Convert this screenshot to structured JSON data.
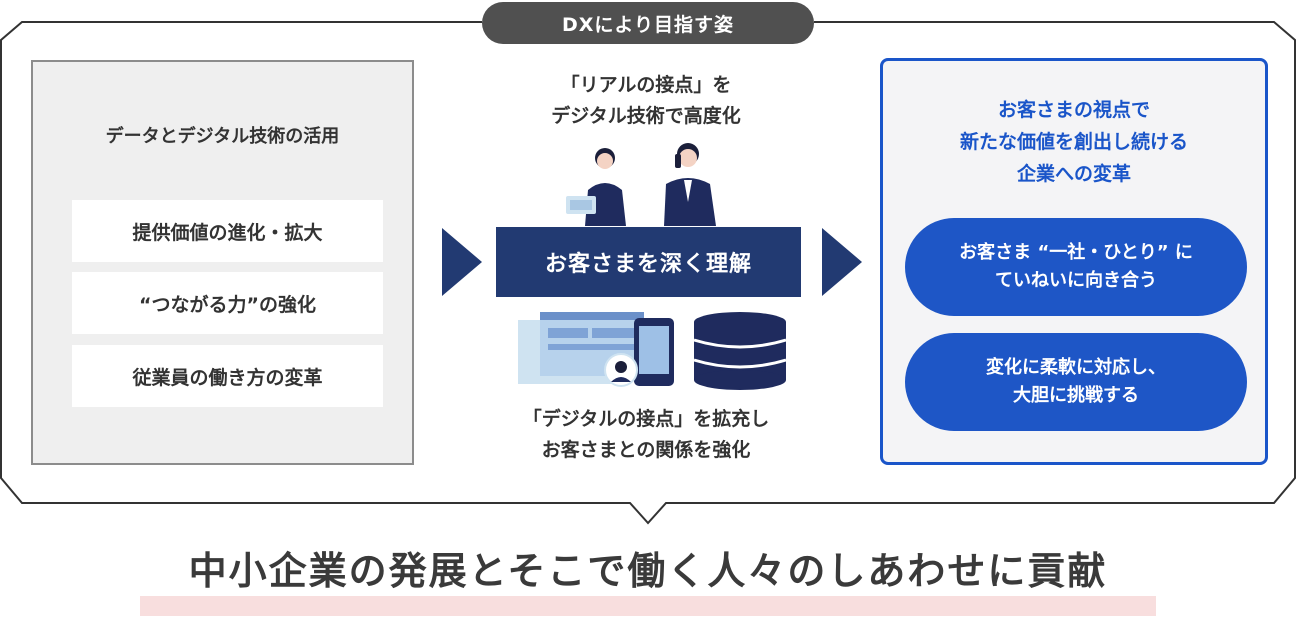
{
  "header": {
    "title": "DXにより目指す姿"
  },
  "left": {
    "title": "データとデジタル技術の活用",
    "items": [
      "提供価値の進化・拡大",
      "“つながる力”の強化",
      "従業員の働き方の変革"
    ]
  },
  "center": {
    "top_line1": "「リアルの接点」を",
    "top_line2": "デジタル技術で高度化",
    "bar_label": "お客さまを深く理解",
    "bottom_line1": "「デジタルの接点」を拡充し",
    "bottom_line2": "お客さまとの関係を強化"
  },
  "right": {
    "title_line1": "お客さまの視点で",
    "title_line2": "新たな価値を創出し続ける",
    "title_line3": "企業への変革",
    "buttons": [
      {
        "line1": "お客さま “一社・ひとり” に",
        "line2": "ていねいに向き合う"
      },
      {
        "line1": "変化に柔軟に対応し、",
        "line2": "大胆に挑戦する"
      }
    ]
  },
  "footer": {
    "text": "中小企業の発展とそこで働く人々のしあわせに貢献"
  },
  "colors": {
    "navy": "#223a72",
    "blue": "#1e56c6",
    "gray": "#505050",
    "pink": "#f8dede"
  }
}
